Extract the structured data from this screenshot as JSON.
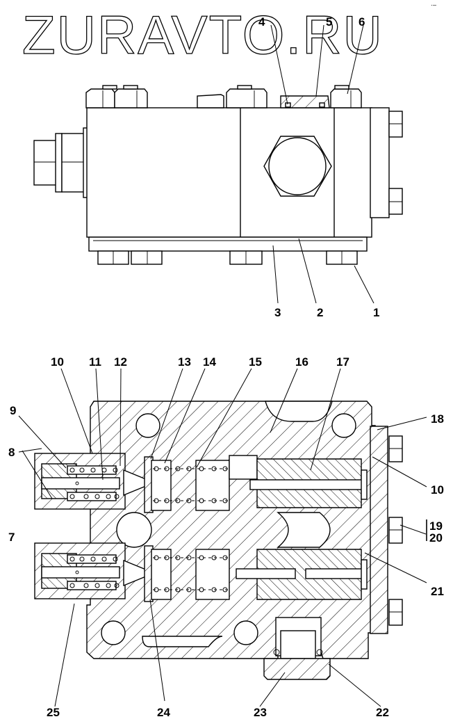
{
  "watermark": "ZURAVTO.RU",
  "corner_mark": "·–",
  "views": {
    "top_view": {
      "callouts": [
        "1",
        "2",
        "3",
        "4",
        "5",
        "6"
      ]
    },
    "section_view": {
      "callouts": [
        "7",
        "8",
        "9",
        "10",
        "11",
        "12",
        "13",
        "14",
        "15",
        "16",
        "17",
        "18",
        "10",
        "19",
        "20",
        "21",
        "22",
        "23",
        "24",
        "25"
      ]
    }
  },
  "labels": {
    "l1": "1",
    "l2": "2",
    "l3": "3",
    "l4": "4",
    "l5": "5",
    "l6": "6",
    "l7": "7",
    "l8": "8",
    "l9": "9",
    "l10a": "10",
    "l11": "11",
    "l12": "12",
    "l13": "13",
    "l14": "14",
    "l15": "15",
    "l16": "16",
    "l17": "17",
    "l18": "18",
    "l10b": "10",
    "l19": "19",
    "l20": "20",
    "l21": "21",
    "l22": "22",
    "l23": "23",
    "l24": "24",
    "l25": "25"
  }
}
